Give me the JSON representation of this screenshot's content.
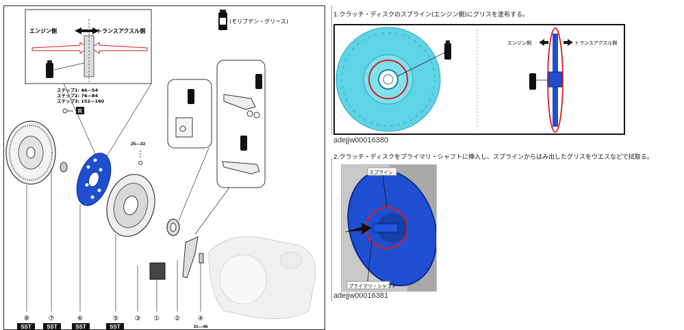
{
  "left_diagram": {
    "grease_label": "(モリブデン・グリース)",
    "engine_side": "エンジン側",
    "transaxle_side": "トランスアクスル側",
    "steps": [
      "ステップ1: 46—54",
      "ステップ2: 76—84",
      "ステップ3: 152—160"
    ],
    "r_badge": "R",
    "torque_bolt": "25—33",
    "torque_bottom": "31—46",
    "sst": "SST",
    "part_numbers": [
      "⑧",
      "⑦",
      "⑥",
      "⑤",
      "③",
      "①",
      "②",
      "④"
    ]
  },
  "step1": {
    "text": "1.クラッチ・ディスクのスプライン(エンジン側)にグリスを塗布する。",
    "engine_side": "エンジン側",
    "transaxle_side": "トランスアクスル側",
    "caption": "adejjw00016380"
  },
  "step2": {
    "text": "2.クラッチ・ディスクをプライマリ・シャフトに挿入し、スプラインからはみ出したグリスをウエスなどで拭取る。",
    "spline_label": "スプライン",
    "shaft_label": "プライマリ・シャフト",
    "caption": "adejjw00016381"
  },
  "colors": {
    "disc_blue": "#1f4fd1",
    "disc_cyan": "#5fd4e6",
    "highlight_red": "#e01818"
  }
}
